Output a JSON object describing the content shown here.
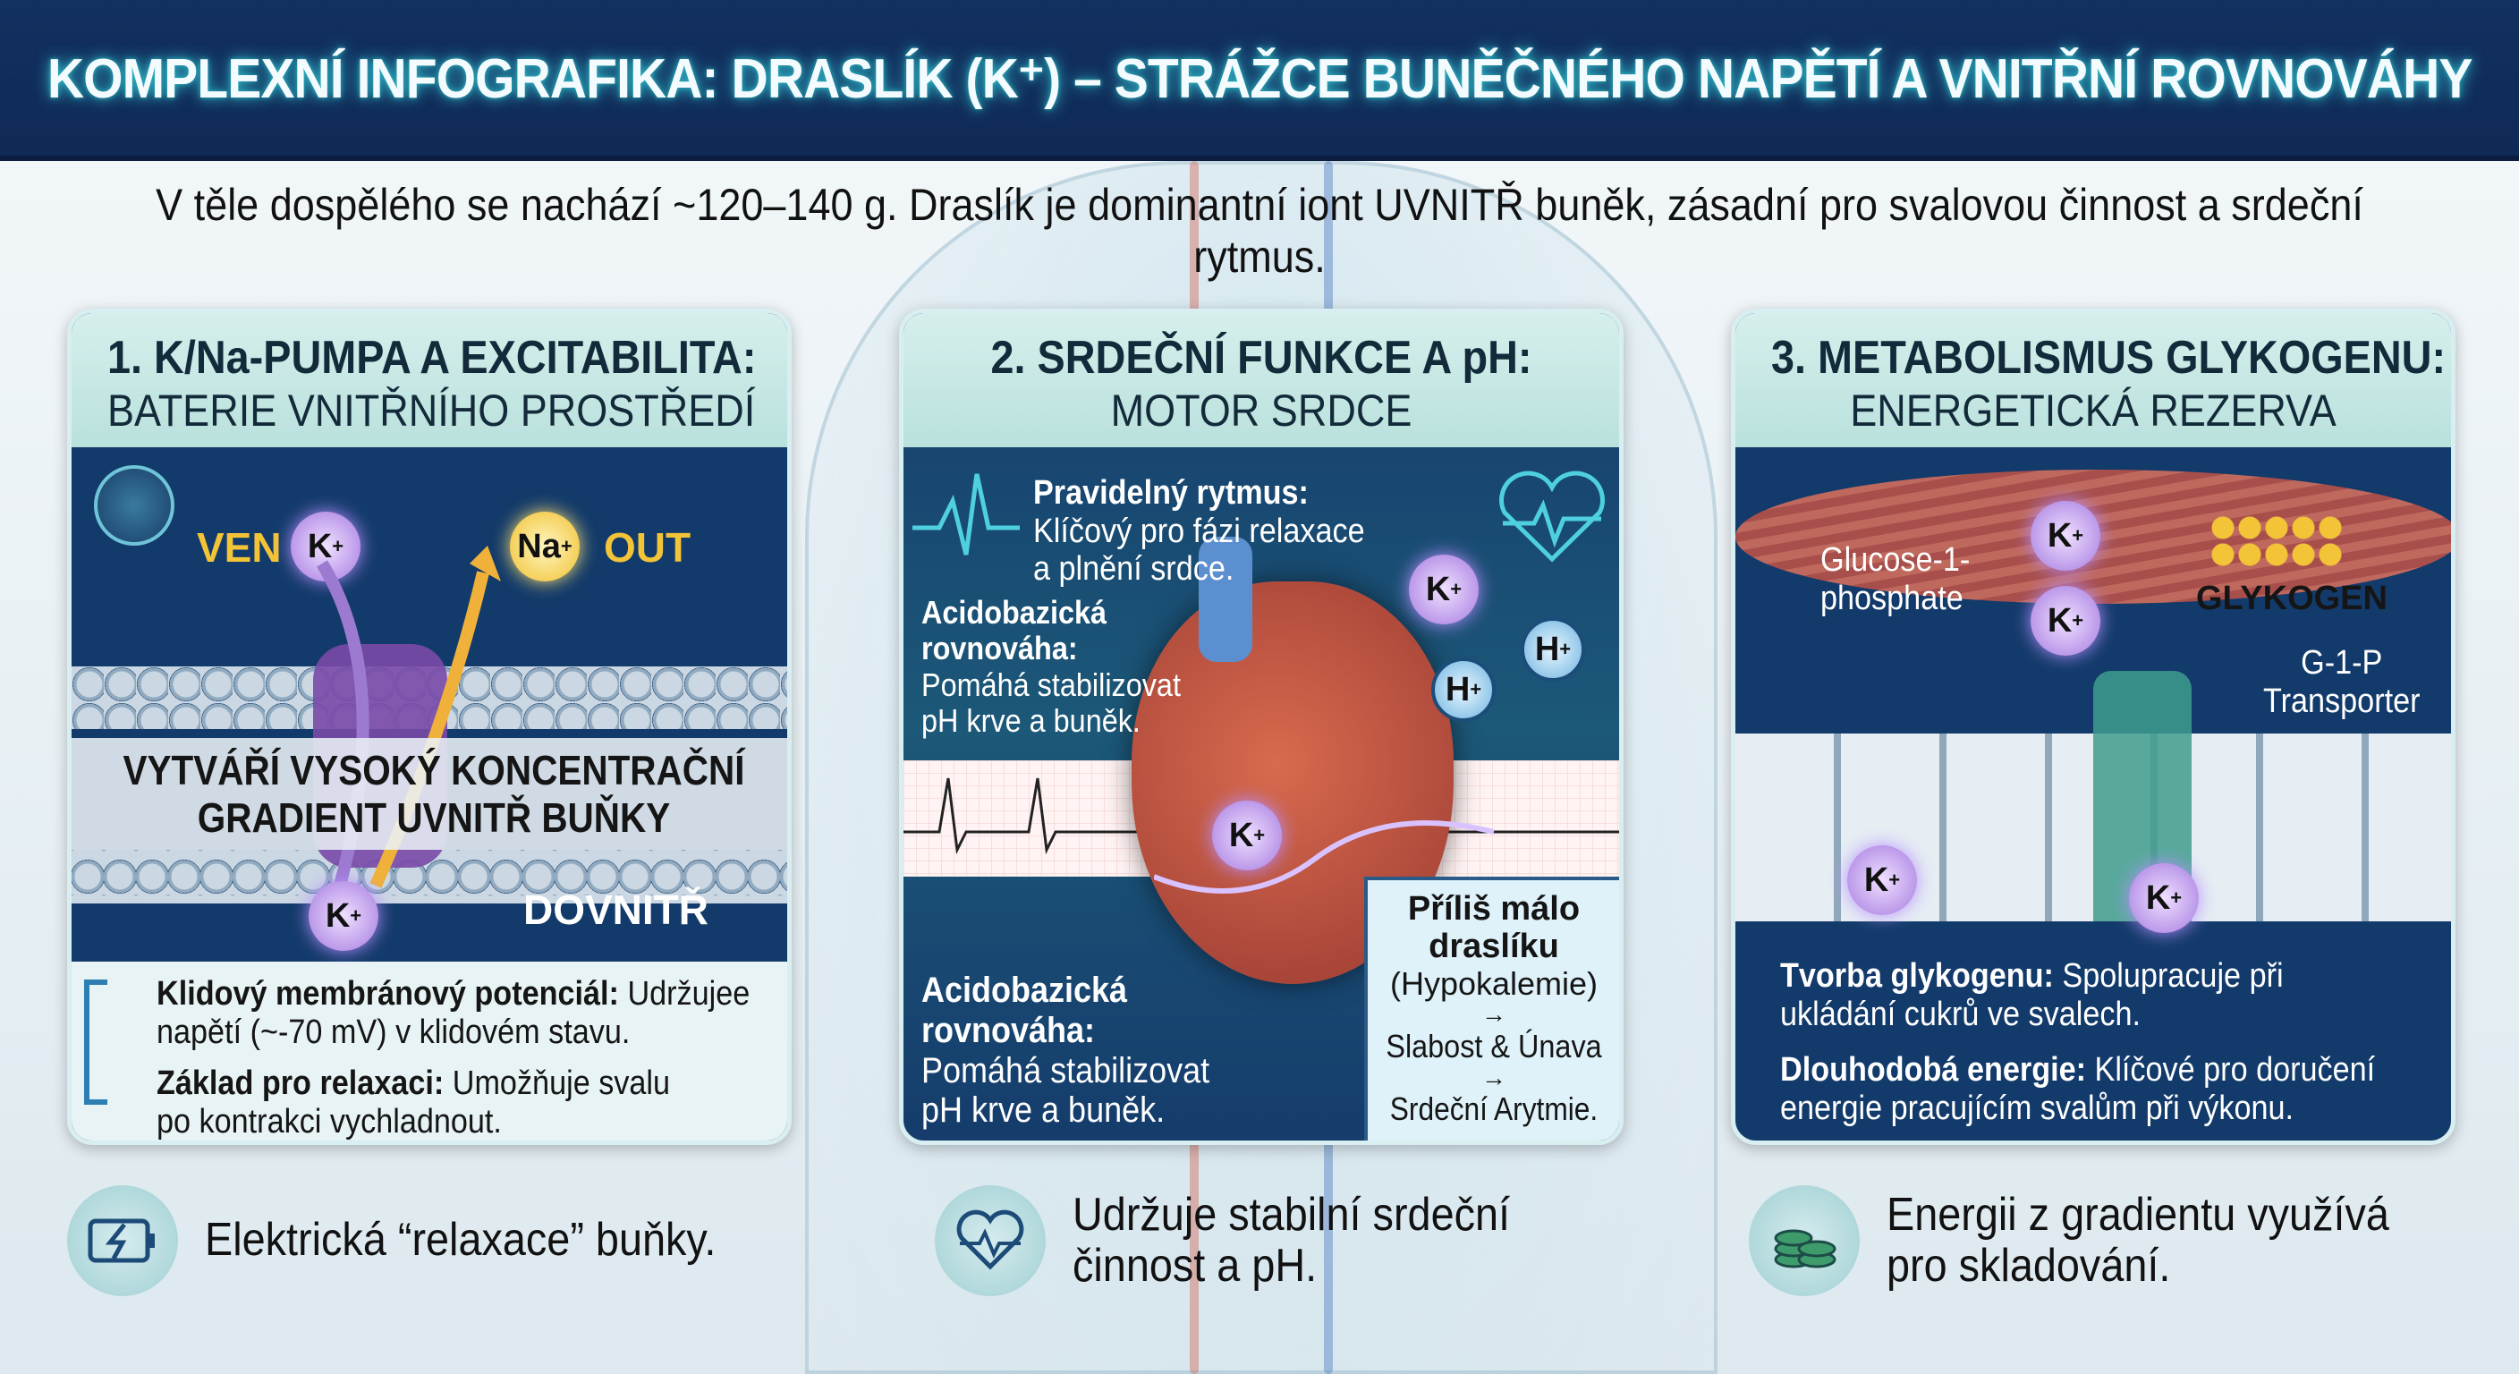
{
  "title": "KOMPLEXNÍ INFOGRAFIKA: DRASLÍK (K⁺) – STRÁŽCE BUNĚČNÉHO NAPĚTÍ A VNITŘNÍ ROVNOVÁHY",
  "subtitle": "V těle dospělého se nachází ~120–140 g. Draslík je dominantní iont UVNITŘ buněk, zásadní pro svalovou činnost a srdeční rytmus.",
  "colors": {
    "header": "#123060",
    "panel": "#123a6a",
    "panel_head": "#c6e8e4",
    "potassium": "#a57ae0",
    "sodium": "#f0c030",
    "accent": "#f3c338"
  },
  "panel1": {
    "title": "1. K/Na-PUMPA A EXCITABILITA:",
    "subtitle": "BATERIE VNITŘNÍHO PROSTŘEDÍ",
    "ven": "VEN",
    "out": "OUT",
    "dovnitr": "DOVNITŘ",
    "k": "K",
    "na": "Na",
    "plus": "+",
    "banner_1": "VYTVÁŘÍ VYSOKÝ KONCENTRAČNÍ",
    "banner_2": "GRADIENT UVNITŘ BUŇKY",
    "bullets": [
      {
        "bold": "Klidový membránový potenciál:",
        "text1": " Udržujee",
        "text2": "napětí (~-70 mV) v klidovém stavu."
      },
      {
        "bold": "Základ pro relaxaci:",
        "text1": " Umožňuje svalu",
        "text2": "po kontrakci vychladnout."
      }
    ],
    "caption": "Elektrická “relaxace” buňky.",
    "icon": "battery-lightning-icon"
  },
  "panel2": {
    "title": "2. SRDEČNÍ FUNKCE A pH:",
    "subtitle": "MOTOR SRDCE",
    "rhythm_bold": "Pravidelný rytmus:",
    "rhythm_1": "Klíčový pro fázi relaxace",
    "rhythm_2": "a plnění srdce.",
    "acid_bold_1": "Acidobazická",
    "acid_bold_2": "rovnováha:",
    "acid_1": "Pomáhá stabilizovat",
    "acid_2": "pH krve a buněk.",
    "k": "K",
    "h": "H",
    "plus": "+",
    "hypo_1": "Příliš málo",
    "hypo_2": "draslíku",
    "hypo_3": "(Hypokalemie)",
    "arrow": "→",
    "hypo_4": "Slabost & Únava",
    "hypo_5": "Srdeční Arytmie.",
    "caption_1": "Udržuje stabilní srdeční",
    "caption_2": "činnost a pH.",
    "icon": "heart-pulse-icon"
  },
  "panel3": {
    "title": "3. METABOLISMUS GLYKOGENU:",
    "subtitle": "ENERGETICKÁ REZERVA",
    "g1p_1": "Glucose-1-",
    "g1p_2": "phosphate",
    "glycogen": "GLYKOGEN",
    "transporter_1": "G-1-P",
    "transporter_2": "Transporter",
    "k": "K",
    "plus": "+",
    "bullets": [
      {
        "bold": "Tvorba glykogenu:",
        "text1": " Spolupracuje při",
        "text2": "ukládání cukrů ve svalech."
      },
      {
        "bold": "Dlouhodobá energie:",
        "text1": " Klíčové pro doručení",
        "text2": "energie pracujícím svalům při výkonu."
      }
    ],
    "caption_1": "Energii z gradientu využívá",
    "caption_2": "pro skladování.",
    "icon": "coin-stack-icon"
  }
}
